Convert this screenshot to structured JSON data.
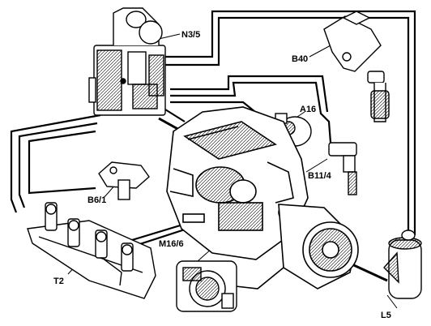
{
  "labels": {
    "n3_5": "N3/5",
    "b40": "B40",
    "a16": "A16",
    "b11_4": "B11/4",
    "b6_1": "B6/1",
    "m16_6": "M16/6",
    "t2": "T2",
    "l5": "L5"
  }
}
